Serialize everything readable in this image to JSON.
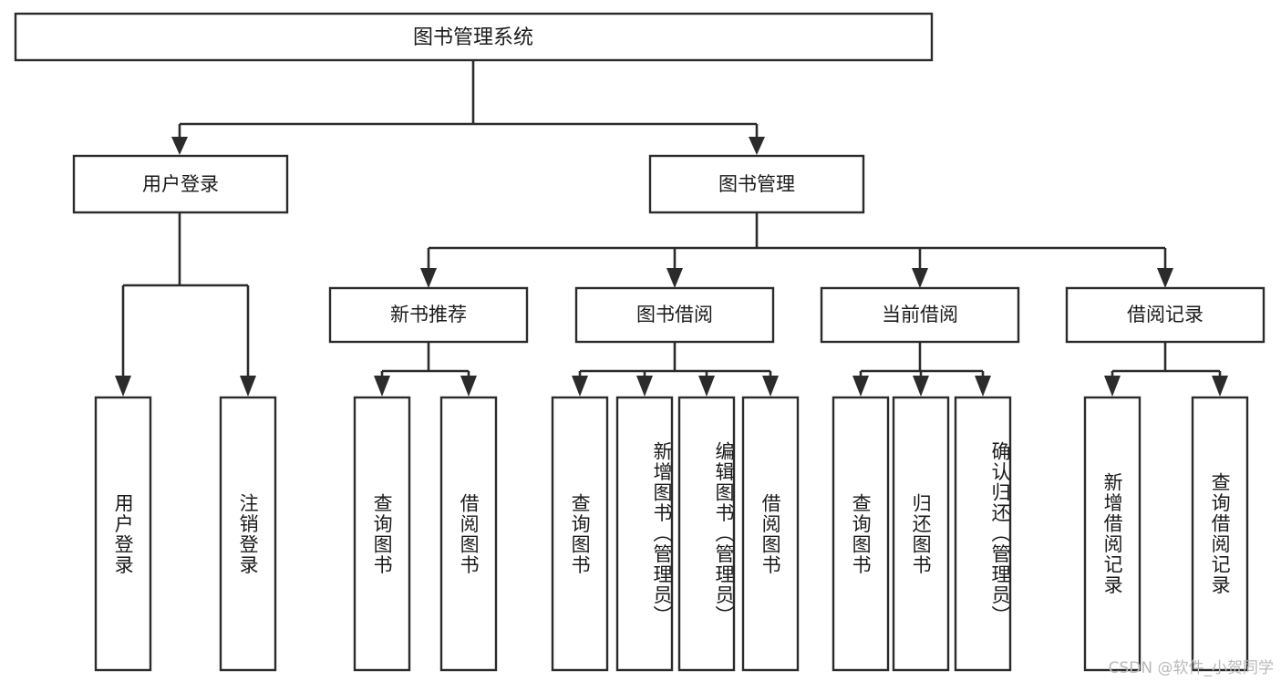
{
  "diagram": {
    "type": "hierarchy-tree",
    "title": "图书管理系统",
    "orientation": "top-down",
    "levels": 4,
    "root": {
      "label": "图书管理系统",
      "text_direction": "horizontal"
    },
    "level2": [
      {
        "label": "用户登录",
        "text_direction": "horizontal"
      },
      {
        "label": "图书管理",
        "text_direction": "horizontal"
      }
    ],
    "level3": [
      {
        "label": "新书推荐",
        "text_direction": "horizontal"
      },
      {
        "label": "图书借阅",
        "text_direction": "horizontal"
      },
      {
        "label": "当前借阅",
        "text_direction": "horizontal"
      },
      {
        "label": "借阅记录",
        "text_direction": "horizontal"
      }
    ],
    "leaves": {
      "user_login": [
        {
          "label": "用户登录",
          "text_direction": "vertical"
        },
        {
          "label": "注销登录",
          "text_direction": "vertical"
        }
      ],
      "new_book_recommend": [
        {
          "label": "查询图书",
          "text_direction": "vertical"
        },
        {
          "label": "借阅图书",
          "text_direction": "vertical"
        }
      ],
      "book_borrow": [
        {
          "label": "查询图书",
          "text_direction": "vertical"
        },
        {
          "label": "新增图书（管理员）",
          "text_direction": "vertical"
        },
        {
          "label": "编辑图书（管理员）",
          "text_direction": "vertical"
        },
        {
          "label": "借阅图书",
          "text_direction": "vertical"
        }
      ],
      "current_borrow": [
        {
          "label": "查询图书",
          "text_direction": "vertical"
        },
        {
          "label": "归还图书",
          "text_direction": "vertical"
        },
        {
          "label": "确认归还（管理员）",
          "text_direction": "vertical"
        }
      ],
      "borrow_record": [
        {
          "label": "新增借阅记录",
          "text_direction": "vertical"
        },
        {
          "label": "查询借阅记录",
          "text_direction": "vertical"
        }
      ]
    },
    "colors": {
      "background": "#ffffff",
      "box_fill": "#ffffff",
      "box_stroke": "#2b2b2b",
      "connector": "#2b2b2b",
      "text": "#1a1a1a",
      "watermark": "#b9b9b9"
    }
  },
  "watermark": {
    "text": "CSDN @软件_小贺同学"
  }
}
